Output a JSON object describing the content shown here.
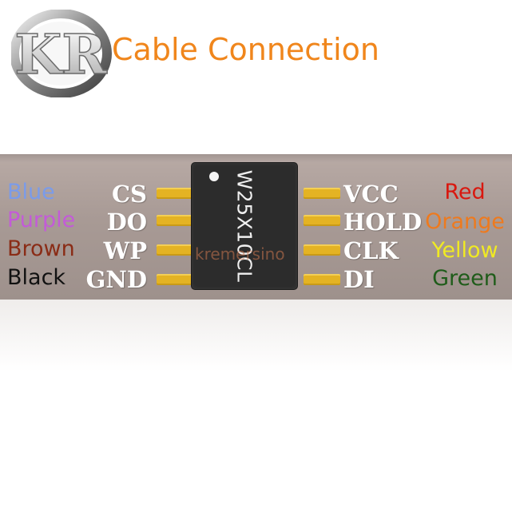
{
  "header": {
    "logo_text": "KR",
    "title": "Cable Connection"
  },
  "chip": {
    "label": "W25X10CL",
    "watermark": "kremersino"
  },
  "left_pins": [
    {
      "pin": "CS",
      "wire": "Blue",
      "color": "#7a9bea"
    },
    {
      "pin": "DO",
      "wire": "Purple",
      "color": "#c35bd8"
    },
    {
      "pin": "WP",
      "wire": "Brown",
      "color": "#8a2c16"
    },
    {
      "pin": "GND",
      "wire": "Black",
      "color": "#111111"
    }
  ],
  "right_pins": [
    {
      "pin": "VCC",
      "wire": "Red",
      "color": "#d9180f"
    },
    {
      "pin": "HOLD",
      "wire": "Orange",
      "color": "#ee7a1e"
    },
    {
      "pin": "CLK",
      "wire": "Yellow",
      "color": "#f0ea23"
    },
    {
      "pin": "DI",
      "wire": "Green",
      "color": "#1f5c1a"
    }
  ]
}
